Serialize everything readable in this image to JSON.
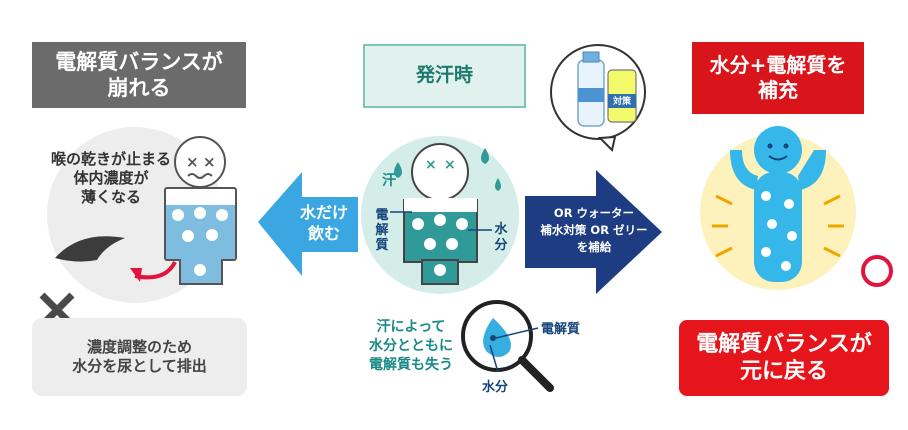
{
  "left": {
    "header": [
      "電解質バランスが",
      "崩れる"
    ],
    "body_text": [
      "喉の乾きが止まる",
      "体内濃度が",
      "薄くなる"
    ],
    "excrete_text": [
      "濃度調整のため",
      "水分を尿として排出"
    ]
  },
  "arrow_left": {
    "text": [
      "水だけ",
      "飲む"
    ]
  },
  "center": {
    "header": "発汗時",
    "sweat_label": "汗",
    "electrolyte_label": [
      "電",
      "解",
      "質"
    ],
    "water_label": [
      "水",
      "分"
    ],
    "caption": [
      "汗によって",
      "水分とともに",
      "電解質も失う"
    ],
    "drop_electrolyte": "電解質",
    "drop_water": "水分"
  },
  "arrow_right": {
    "text": [
      "OR ウォーター",
      "補水対策 OR ゼリー",
      "を補給"
    ]
  },
  "product": {
    "jelly_text": "対策"
  },
  "right": {
    "header": [
      "水分+電解質を",
      "補充"
    ],
    "result": [
      "電解質バランスが",
      "元に戻る"
    ]
  },
  "colors": {
    "gray_header": "#6b6b6b",
    "teal": "#1a8a86",
    "navy_arrow": "#1d3c82",
    "blue_arrow": "#3ba7e2",
    "red": "#d9151b",
    "yellow_circle": "#fdf2bc",
    "sky_body": "#35b7ea"
  }
}
